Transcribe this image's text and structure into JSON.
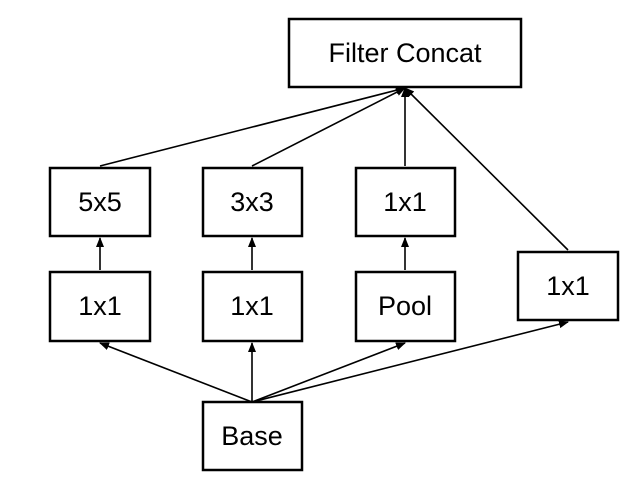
{
  "diagram": {
    "nodes": {
      "filter_concat": "Filter Concat",
      "conv5x5": "5x5",
      "conv3x3": "3x3",
      "conv1x1_top": "1x1",
      "reduce_1x1_a": "1x1",
      "reduce_1x1_b": "1x1",
      "pool": "Pool",
      "conv1x1_direct": "1x1",
      "base": "Base"
    },
    "edges": [
      {
        "from": "base",
        "to": "reduce_1x1_a"
      },
      {
        "from": "base",
        "to": "reduce_1x1_b"
      },
      {
        "from": "base",
        "to": "pool"
      },
      {
        "from": "base",
        "to": "conv1x1_direct"
      },
      {
        "from": "reduce_1x1_a",
        "to": "conv5x5"
      },
      {
        "from": "reduce_1x1_b",
        "to": "conv3x3"
      },
      {
        "from": "pool",
        "to": "conv1x1_top"
      },
      {
        "from": "conv5x5",
        "to": "filter_concat"
      },
      {
        "from": "conv3x3",
        "to": "filter_concat"
      },
      {
        "from": "conv1x1_top",
        "to": "filter_concat"
      },
      {
        "from": "conv1x1_direct",
        "to": "filter_concat"
      }
    ],
    "colors": {
      "stroke": "#000000",
      "fill": "#ffffff",
      "text": "#000000"
    }
  }
}
